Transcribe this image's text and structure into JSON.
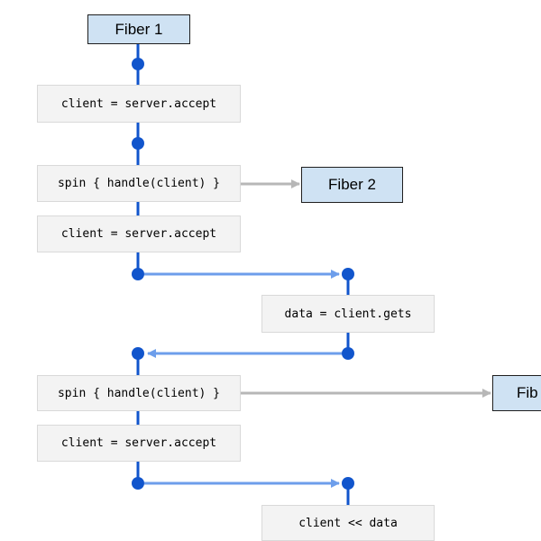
{
  "fibers": {
    "fiber1": "Fiber 1",
    "fiber2": "Fiber 2",
    "fiber3_partial": "Fib"
  },
  "steps": {
    "accept_1": "client = server.accept",
    "spin_1": "spin { handle(client) }",
    "accept_2": "client = server.accept",
    "gets": "data = client.gets",
    "spin_2": "spin { handle(client) }",
    "accept_3": "client = server.accept",
    "write": "client << data"
  },
  "colors": {
    "blue_line": "#1155cc",
    "light_blue_arrow": "#6d9eeb",
    "gray_arrow": "#b7b7b7",
    "fiber_fill": "#cfe2f3",
    "code_fill": "#f3f3f3"
  }
}
